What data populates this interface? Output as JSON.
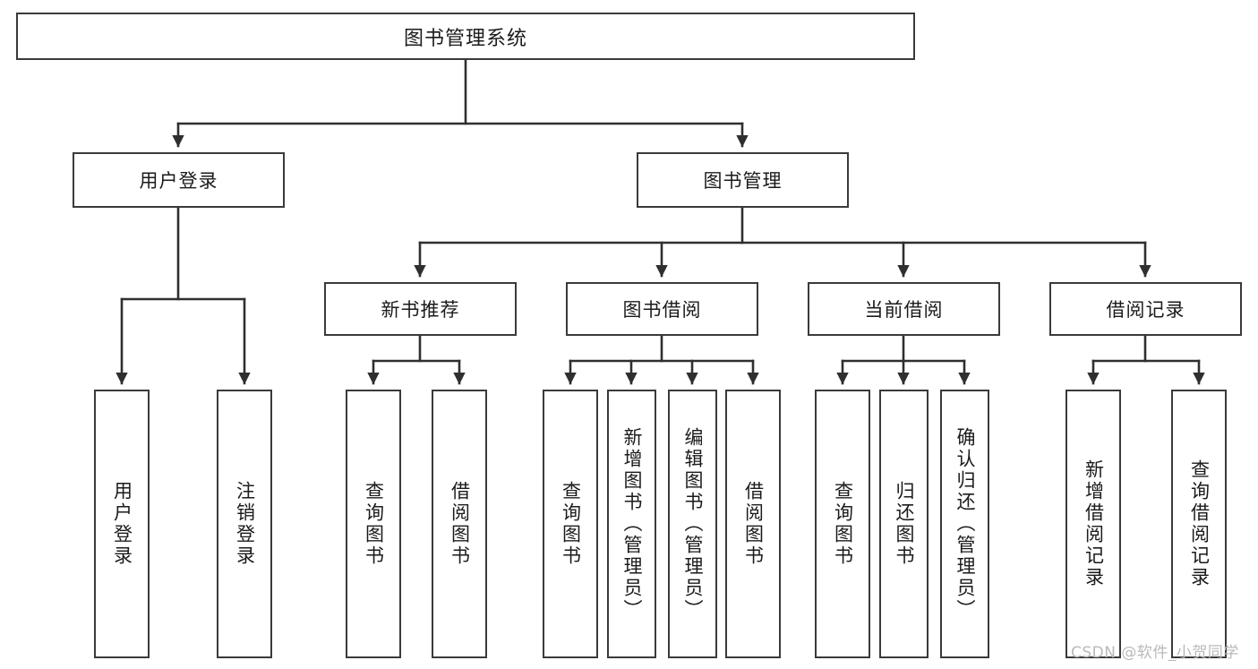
{
  "diagram": {
    "type": "tree-hierarchy",
    "title": "图书管理系统",
    "watermark": "CSDN @软件_小贺同学",
    "colors": {
      "box_border": "#3a3a3a",
      "box_fill": "#ffffff",
      "connector": "#2f2f2f",
      "text": "#1b1b1b",
      "watermark": "#b9b9b9",
      "background": "#ffffff"
    },
    "levels": {
      "level1": [
        {
          "id": "root",
          "label": "图书管理系统"
        }
      ],
      "level2": [
        {
          "id": "user-login",
          "label": "用户登录"
        },
        {
          "id": "book-manage",
          "label": "图书管理"
        }
      ],
      "level3": [
        {
          "id": "new-book-rec",
          "label": "新书推荐",
          "parent": "book-manage"
        },
        {
          "id": "book-borrow",
          "label": "图书借阅",
          "parent": "book-manage"
        },
        {
          "id": "current-borrow",
          "label": "当前借阅",
          "parent": "book-manage"
        },
        {
          "id": "borrow-record",
          "label": "借阅记录",
          "parent": "book-manage"
        }
      ],
      "level4": [
        {
          "id": "leaf-user-login",
          "label": "用户登录",
          "parent": "user-login"
        },
        {
          "id": "leaf-user-logout",
          "label": "注销登录",
          "parent": "user-login"
        },
        {
          "id": "leaf-query-book-1",
          "label": "查询图书",
          "parent": "new-book-rec"
        },
        {
          "id": "leaf-borrow-book-1",
          "label": "借阅图书",
          "parent": "new-book-rec"
        },
        {
          "id": "leaf-query-book-2",
          "label": "查询图书",
          "parent": "book-borrow"
        },
        {
          "id": "leaf-add-book",
          "label": "新增图书（管理员）",
          "parent": "book-borrow"
        },
        {
          "id": "leaf-edit-book",
          "label": "编辑图书（管理员）",
          "parent": "book-borrow"
        },
        {
          "id": "leaf-borrow-book-2",
          "label": "借阅图书",
          "parent": "book-borrow"
        },
        {
          "id": "leaf-query-book-3",
          "label": "查询图书",
          "parent": "current-borrow"
        },
        {
          "id": "leaf-return-book",
          "label": "归还图书",
          "parent": "current-borrow"
        },
        {
          "id": "leaf-confirm-return",
          "label": "确认归还（管理员）",
          "parent": "current-borrow"
        },
        {
          "id": "leaf-add-record",
          "label": "新增借阅记录",
          "parent": "borrow-record"
        },
        {
          "id": "leaf-query-record",
          "label": "查询借阅记录",
          "parent": "borrow-record"
        }
      ]
    }
  }
}
